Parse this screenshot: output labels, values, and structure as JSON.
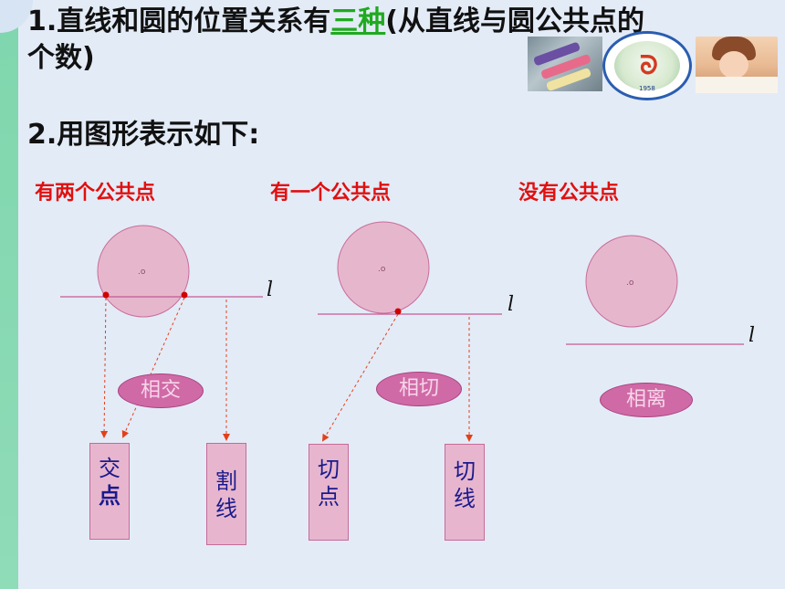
{
  "title": {
    "part1": "1.直线和圆的位置关系有",
    "highlight": "三种",
    "part2": "(从直线与圆公共点的个数)"
  },
  "subtitle": "2.用图形表示如下:",
  "labels": {
    "two_points": "有两个公共点",
    "one_point": "有一个公共点",
    "no_point": "没有公共点"
  },
  "line_symbol": "l",
  "center_mark": ".o",
  "relations": {
    "intersect": "相交",
    "tangent": "相切",
    "separate": "相离"
  },
  "terms": {
    "intersection_point": [
      "交",
      "点"
    ],
    "secant_line": [
      "割",
      "线"
    ],
    "tangent_point": [
      "切",
      "点"
    ],
    "tangent_line": [
      "切",
      "线"
    ]
  },
  "logo": {
    "year": "1958"
  },
  "colors": {
    "circle_fill": "#e6b7cc",
    "circle_stroke": "#c86d9a",
    "line": "#c45a95",
    "point": "#d10000",
    "arrow": "#e3401a",
    "highlight_text": "#1faa1f",
    "label_red": "#e01010"
  }
}
